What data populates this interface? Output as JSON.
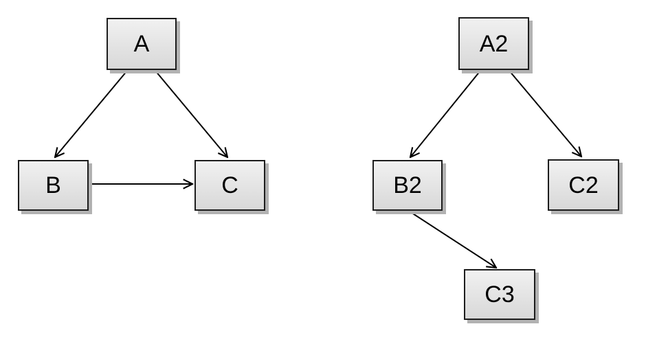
{
  "diagrams": [
    {
      "name": "left-graph",
      "nodes": [
        {
          "id": "A",
          "label": "A"
        },
        {
          "id": "B",
          "label": "B"
        },
        {
          "id": "C",
          "label": "C"
        }
      ],
      "edges": [
        {
          "from": "A",
          "to": "B",
          "direction": "arrow-at-B"
        },
        {
          "from": "A",
          "to": "C",
          "direction": "arrow-at-C"
        },
        {
          "from": "B",
          "to": "C",
          "direction": "arrow-at-C"
        }
      ]
    },
    {
      "name": "right-graph",
      "nodes": [
        {
          "id": "A2",
          "label": "A2"
        },
        {
          "id": "B2",
          "label": "B2"
        },
        {
          "id": "C2",
          "label": "C2"
        },
        {
          "id": "C3",
          "label": "C3"
        }
      ],
      "edges": [
        {
          "from": "A2",
          "to": "B2",
          "direction": "arrow-at-B2"
        },
        {
          "from": "A2",
          "to": "C2",
          "direction": "arrow-at-C2"
        },
        {
          "from": "B2",
          "to": "C3",
          "direction": "arrow-at-C3"
        }
      ]
    }
  ],
  "colors": {
    "background": "#ffffff",
    "node_fill_top": "#f1f1f1",
    "node_fill_bottom": "#d8d8d8",
    "node_border": "#1c1c1c",
    "node_shadow": "#b2b2b2",
    "edge": "#000000"
  }
}
